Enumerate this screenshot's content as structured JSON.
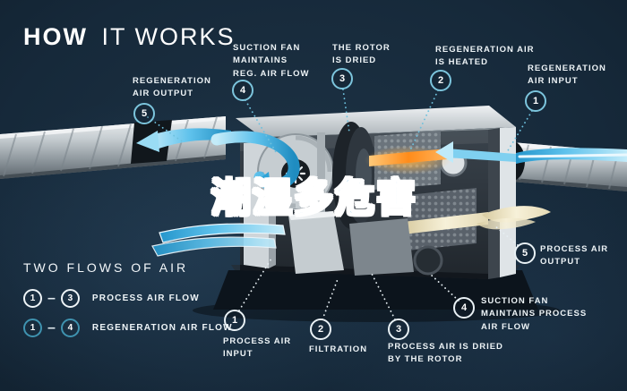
{
  "title": {
    "word_bold": "HOW",
    "word_light": "IT WORKS"
  },
  "overlay": {
    "text": "潮湿多危害"
  },
  "callouts": {
    "regen_output": {
      "number": "5",
      "label": "REGENERATION\nAIR OUTPUT"
    },
    "suction_reg": {
      "number": "4",
      "label": "SUCTION FAN\nMAINTAINS\nREG. AIR FLOW"
    },
    "rotor_dried": {
      "number": "3",
      "label": "THE ROTOR\nIS DRIED"
    },
    "regen_heated": {
      "number": "2",
      "label": "REGENERATION AIR\nIS HEATED"
    },
    "regen_input": {
      "number": "1",
      "label": "REGENERATION\nAIR INPUT"
    },
    "process_output": {
      "number": "5",
      "label": "PROCESS AIR\nOUTPUT"
    },
    "suction_process": {
      "number": "4",
      "label": "SUCTION FAN\nMAINTAINS PROCESS\nAIR FLOW"
    },
    "process_dried": {
      "number": "3",
      "label": "PROCESS AIR IS DRIED\nBY THE ROTOR"
    },
    "filtration": {
      "number": "2",
      "label": "FILTRATION"
    },
    "process_input": {
      "number": "1",
      "label": "PROCESS AIR\nINPUT"
    }
  },
  "legend": {
    "heading": "TWO FLOWS OF AIR",
    "rows": [
      {
        "from": "1",
        "dash": "–",
        "to": "3",
        "label": "PROCESS AIR FLOW"
      },
      {
        "from": "1",
        "dash": "–",
        "to": "4",
        "label": "REGENERATION AIR FLOW"
      }
    ]
  },
  "colors": {
    "background": "#16293a",
    "process_circle": "#e9f1f5",
    "regeneration_circle": "#7cc5dd",
    "flow_blue": "#4fb8e6",
    "flow_cream": "#efe7c9",
    "heater_orange": "#ff9a2e",
    "overlay_blue": "#1f8fd2"
  }
}
